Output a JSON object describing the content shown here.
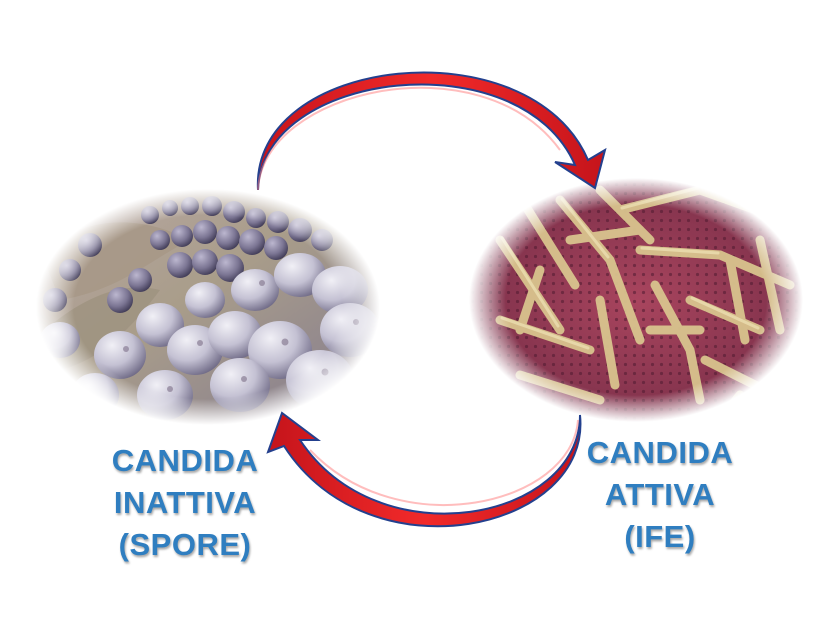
{
  "left_stage": {
    "line1": "CANDIDA",
    "line2": "INATTIVA",
    "line3": "(SPORE)",
    "image_subject": "yeast-spores-micrograph"
  },
  "right_stage": {
    "line1": "CANDIDA",
    "line2": "ATTIVA",
    "line3": "(IFE)",
    "image_subject": "hyphae-micrograph"
  },
  "colors": {
    "label": "#2f7ec0",
    "arrow": "#e01b22",
    "arrow_outline": "#23408e"
  }
}
